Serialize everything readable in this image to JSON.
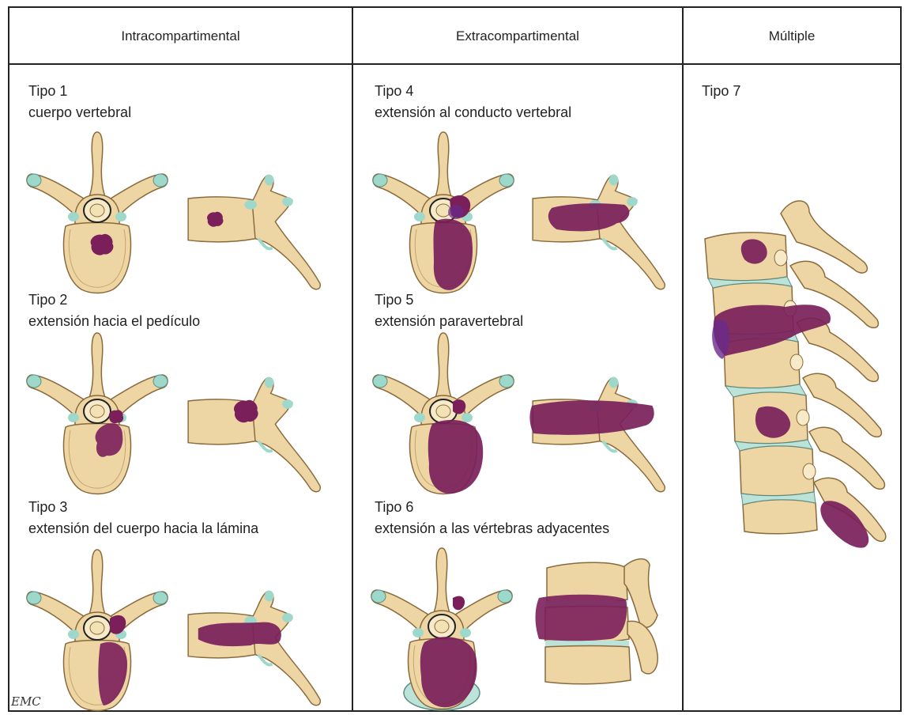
{
  "columns": [
    {
      "title": "Intracompartimental"
    },
    {
      "title": "Extracompartimental"
    },
    {
      "title": "Múltiple"
    }
  ],
  "types": [
    {
      "name": "Tipo 1",
      "desc": "cuerpo vertebral"
    },
    {
      "name": "Tipo 2",
      "desc": "extensión hacia el pedículo"
    },
    {
      "name": "Tipo 3",
      "desc": "extensión del cuerpo hacia la lámina"
    },
    {
      "name": "Tipo 4",
      "desc": "extensión al conducto vertebral"
    },
    {
      "name": "Tipo 5",
      "desc": "extensión paravertebral"
    },
    {
      "name": "Tipo 6",
      "desc": "extensión a las vértebras adyacentes"
    },
    {
      "name": "Tipo 7",
      "desc": ""
    }
  ],
  "signature": "EMC",
  "colors": {
    "bone": "#EDD6A4",
    "bone_edge": "#8A6A3C",
    "cartilage": "#9ED8CB",
    "tumor": "#7A1F5A",
    "disc": "#BCE3DA"
  }
}
